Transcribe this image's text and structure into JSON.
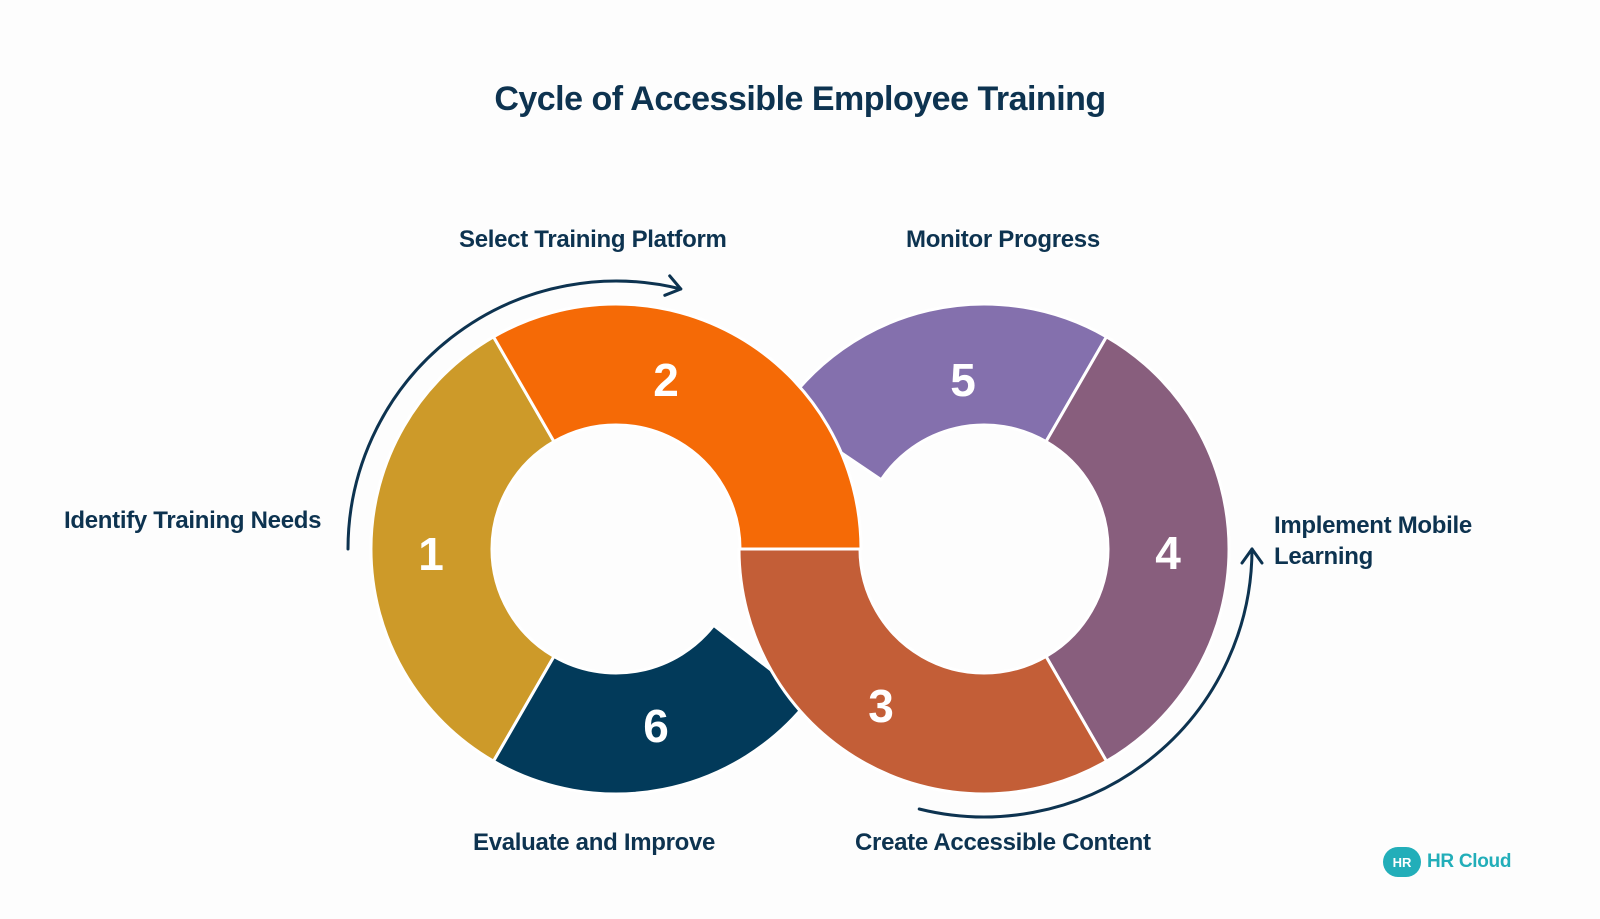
{
  "diagram": {
    "title": "Cycle of Accessible Employee Training",
    "steps": [
      {
        "number": "1",
        "label": "Identify Training Needs",
        "color": "#cd9a29"
      },
      {
        "number": "2",
        "label": "Select Training Platform",
        "color": "#f56a06"
      },
      {
        "number": "3",
        "label": "Create Accessible Content",
        "color": "#c35e37"
      },
      {
        "number": "4",
        "label": "Implement Mobile Learning",
        "label_lines": [
          "Implement Mobile",
          "Learning"
        ],
        "color": "#885e7d"
      },
      {
        "number": "5",
        "label": "Monitor Progress",
        "color": "#8470ad"
      },
      {
        "number": "6",
        "label": "Evaluate and Improve",
        "color": "#023a5a"
      }
    ],
    "arrow_color": "#0d3350"
  },
  "logo": {
    "badge": "HR",
    "text": "HR Cloud",
    "color": "#22aeb9"
  }
}
